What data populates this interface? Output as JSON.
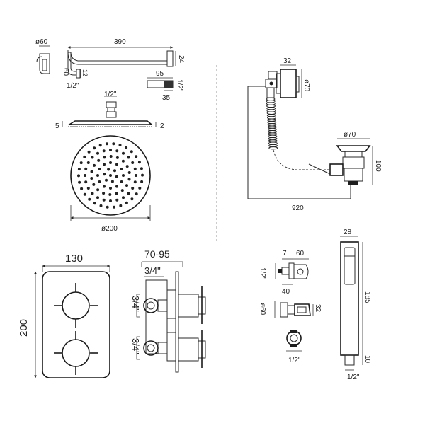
{
  "arm": {
    "length": "390",
    "flange_dia": "ø60",
    "flange_depth": "60",
    "drop": "24",
    "thread_len": "12",
    "thread": "1/2\""
  },
  "nipple": {
    "length": "95",
    "depth": "35",
    "thread": "1/2\""
  },
  "shower_head": {
    "inlet": "1/2\"",
    "edge_left": "5",
    "edge_right": "2",
    "diameter": "ø200"
  },
  "bath_filler": {
    "top_width": "32",
    "top_dia": "ø70",
    "waste_dia": "ø70",
    "height": "100",
    "length": "920"
  },
  "valve": {
    "width": "130",
    "height": "200",
    "depth": "70-95",
    "inlet_top": "3/4\"",
    "outlet_1": "3/4\"",
    "outlet_2": "3/4\""
  },
  "bracket": {
    "gap": "7",
    "width": "60",
    "thread": "1/2\"",
    "depth": "40",
    "flange_dia": "ø60",
    "holder_width": "32",
    "outlet": "1/2\""
  },
  "handset": {
    "width": "28",
    "length": "185",
    "base": "10",
    "thread": "1/2\""
  }
}
